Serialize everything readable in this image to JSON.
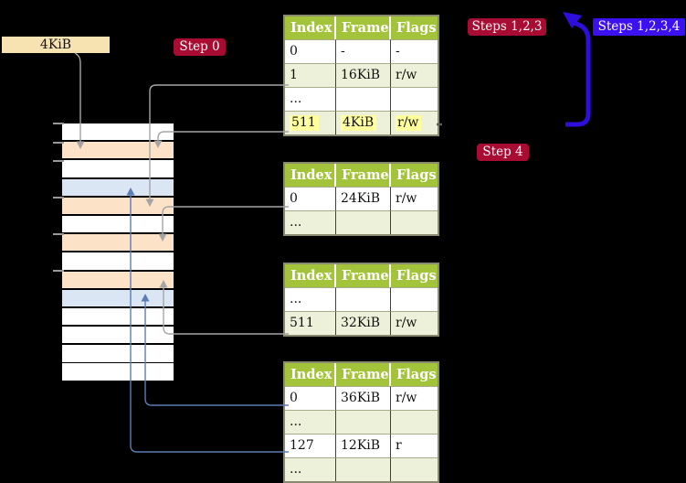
{
  "diagram": {
    "memory": {
      "frame_size_label": "4KiB",
      "row_kinds": [
        "free",
        "table",
        "free",
        "mapped",
        "table",
        "free",
        "table",
        "free",
        "table",
        "mapped",
        "free",
        "free",
        "free",
        "free"
      ]
    },
    "badges": {
      "step0": "Step 0",
      "steps123": "Steps 1,2,3",
      "steps1234": "Steps 1,2,3,4",
      "step4": "Step 4"
    },
    "tables": [
      {
        "headers": [
          "Index",
          "Frame",
          "Flags"
        ],
        "rows": [
          {
            "cells": [
              "0",
              "-",
              "-"
            ],
            "shaded": false,
            "highlighted": false
          },
          {
            "cells": [
              "1",
              "16KiB",
              "r/w"
            ],
            "shaded": true,
            "highlighted": false
          },
          {
            "cells": [
              "...",
              "",
              ""
            ],
            "shaded": false,
            "highlighted": false
          },
          {
            "cells": [
              "511",
              "4KiB",
              "r/w"
            ],
            "shaded": true,
            "highlighted": true
          }
        ]
      },
      {
        "headers": [
          "Index",
          "Frame",
          "Flags"
        ],
        "rows": [
          {
            "cells": [
              "0",
              "24KiB",
              "r/w"
            ],
            "shaded": false,
            "highlighted": false
          },
          {
            "cells": [
              "...",
              "",
              ""
            ],
            "shaded": true,
            "highlighted": false
          }
        ]
      },
      {
        "headers": [
          "Index",
          "Frame",
          "Flags"
        ],
        "rows": [
          {
            "cells": [
              "...",
              "",
              ""
            ],
            "shaded": false,
            "highlighted": false
          },
          {
            "cells": [
              "511",
              "32KiB",
              "r/w"
            ],
            "shaded": true,
            "highlighted": false
          }
        ]
      },
      {
        "headers": [
          "Index",
          "Frame",
          "Flags"
        ],
        "rows": [
          {
            "cells": [
              "0",
              "36KiB",
              "r/w"
            ],
            "shaded": false,
            "highlighted": false
          },
          {
            "cells": [
              "...",
              "",
              ""
            ],
            "shaded": true,
            "highlighted": false
          },
          {
            "cells": [
              "127",
              "12KiB",
              "r"
            ],
            "shaded": false,
            "highlighted": false
          },
          {
            "cells": [
              "...",
              "",
              ""
            ],
            "shaded": true,
            "highlighted": false
          }
        ]
      }
    ],
    "colors": {
      "table_header_green": "#a3c43a",
      "table_row_shade": "#eef1da",
      "highlight_yellow": "#ffff9e",
      "label_wheat": "#f7e3b1",
      "badge_crimson": "#a80c33",
      "badge_blue": "#3b12ef",
      "arrow_blue_thick": "#2e0edd",
      "arrow_blue_thin": "#5b7db5",
      "arrow_gray": "#a5a5a5",
      "memory_free": "#ffffff",
      "memory_table_frame": "#fce3c7",
      "memory_mapped_frame": "#dbe6f4"
    }
  }
}
